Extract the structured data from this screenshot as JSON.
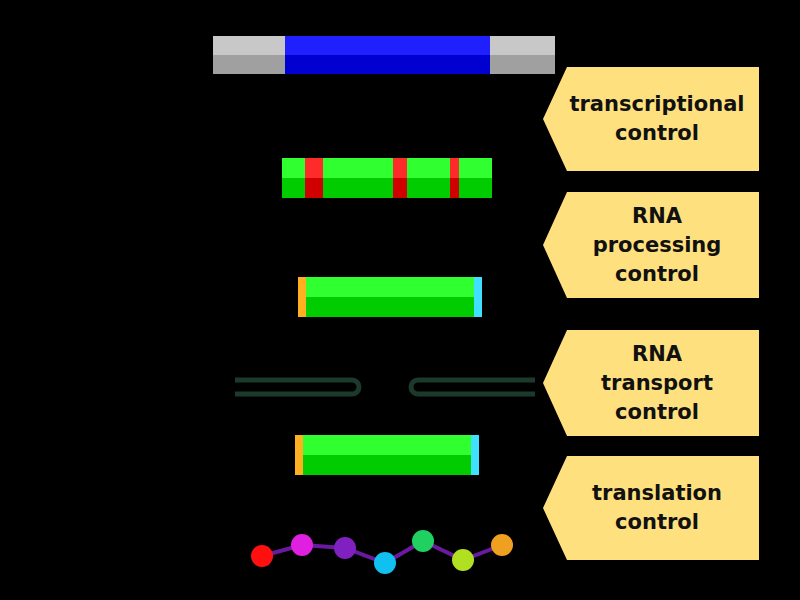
{
  "diagram": {
    "nodes": [
      {
        "text": [
          "transcriptional control"
        ]
      },
      {
        "text": [
          "RNA processing control"
        ]
      },
      {
        "text": [
          "RNA transport control"
        ]
      },
      {
        "text": [
          "translation control"
        ]
      }
    ]
  }
}
